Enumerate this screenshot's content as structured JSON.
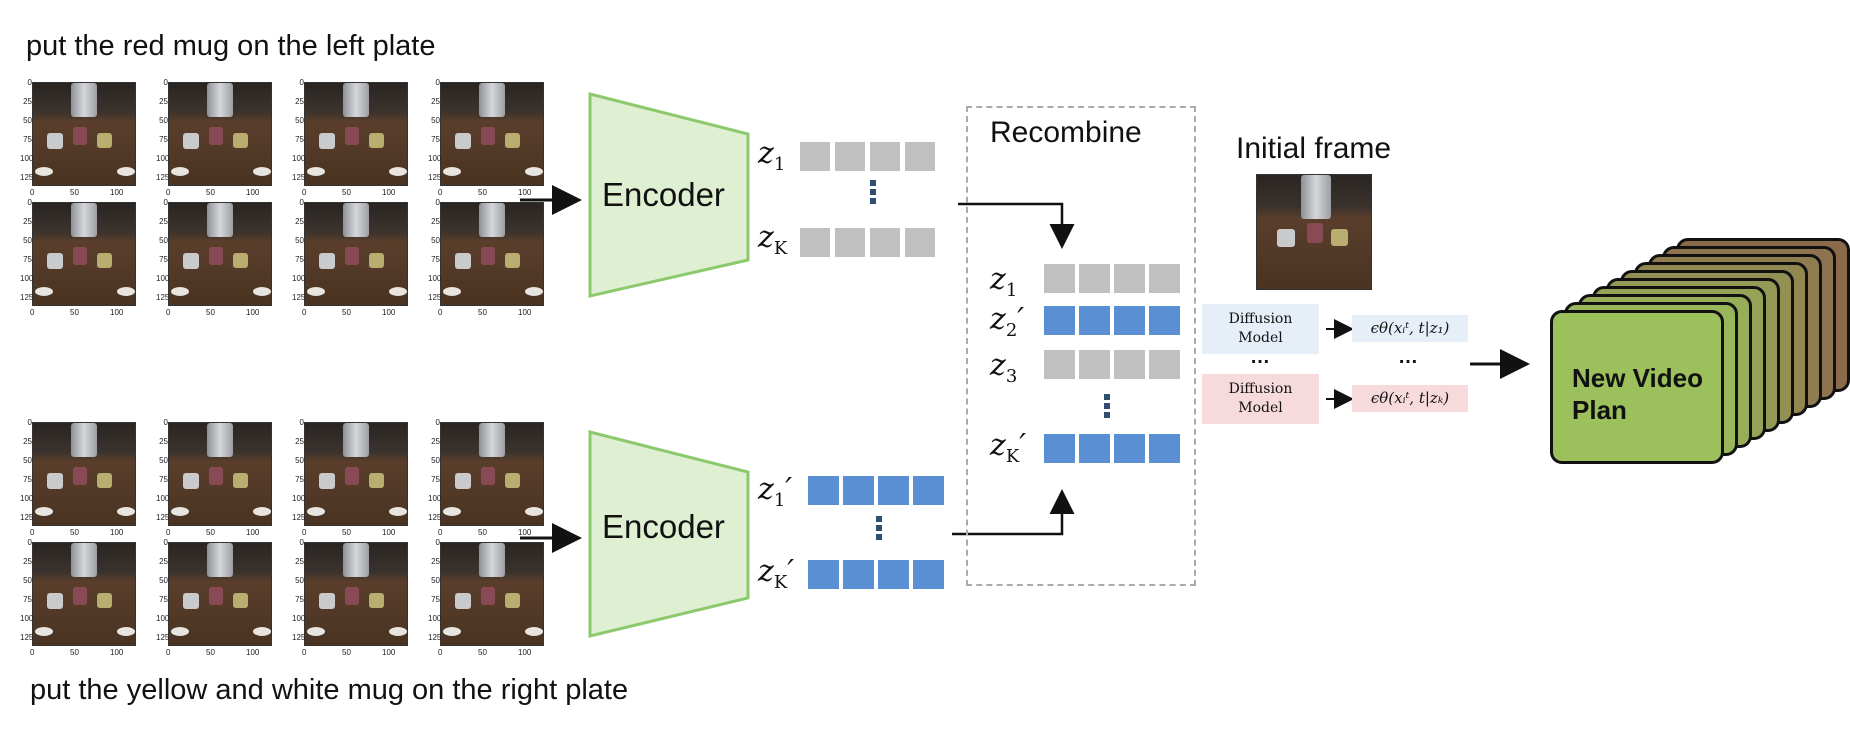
{
  "captions": {
    "top": "put the red mug on the left plate",
    "bottom": "put the yellow and white mug on the right plate"
  },
  "frame_axes": {
    "y_ticks": [
      "0",
      "25",
      "50",
      "75",
      "100",
      "125"
    ],
    "x_ticks": [
      "0",
      "50",
      "100"
    ]
  },
  "encoders": [
    {
      "label": "Encoder"
    },
    {
      "label": "Encoder"
    }
  ],
  "latents_top": [
    {
      "symbol": "z",
      "sub": "1",
      "prime": ""
    },
    {
      "symbol": "z",
      "sub": "K",
      "prime": ""
    }
  ],
  "latents_bottom": [
    {
      "symbol": "z",
      "sub": "1",
      "prime": "′"
    },
    {
      "symbol": "z",
      "sub": "K",
      "prime": "′"
    }
  ],
  "recombine": {
    "title": "Recombine",
    "rows": [
      {
        "symbol": "z",
        "sub": "1",
        "prime": "",
        "color": "gray"
      },
      {
        "symbol": "z",
        "sub": "2",
        "prime": "′",
        "color": "blue"
      },
      {
        "symbol": "z",
        "sub": "3",
        "prime": "",
        "color": "gray"
      },
      {
        "symbol": "z",
        "sub": "K",
        "prime": "′",
        "color": "blue"
      }
    ]
  },
  "initial_frame": {
    "label": "Initial frame"
  },
  "diffusion": [
    {
      "label_line1": "Diffusion",
      "label_line2": "Model",
      "output": "ϵθ(xᵢᵗ, t|z₁)",
      "tint": "blue"
    },
    {
      "label_line1": "Diffusion",
      "label_line2": "Model",
      "output": "ϵθ(xᵢᵗ, t|zₖ)",
      "tint": "pink"
    }
  ],
  "ellipsis": "…",
  "output_plan": {
    "line1": "New Video",
    "line2": "Plan"
  },
  "colors": {
    "encoder_fill": "#dff0d2",
    "encoder_stroke": "#8cc96c",
    "latent_gray": "#c0c0c0",
    "latent_blue": "#5b8fd3",
    "plan_green": "#9cc05c",
    "plan_brown": "#8b6a4c"
  }
}
